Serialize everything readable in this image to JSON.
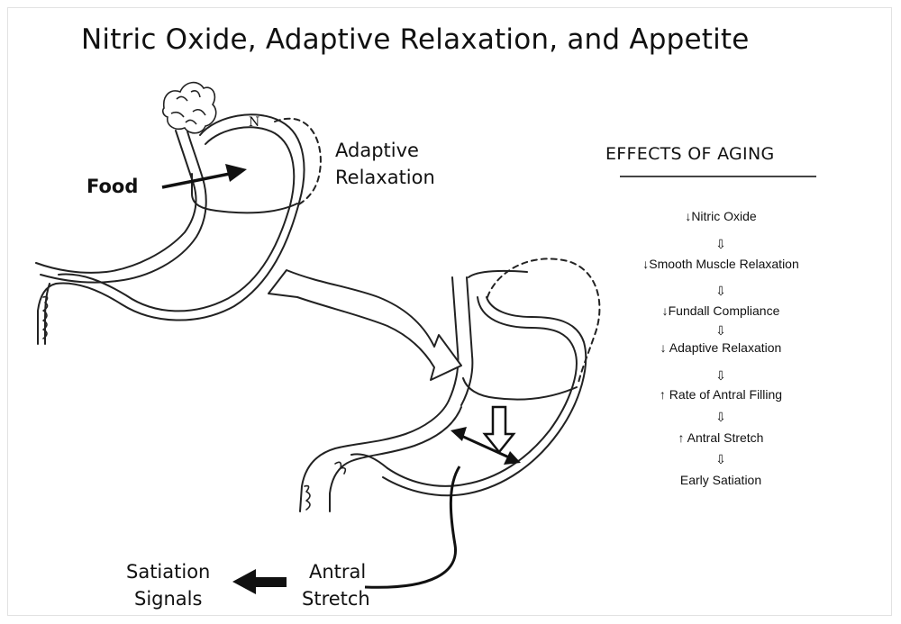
{
  "title": "Nitric Oxide, Adaptive Relaxation, and Appetite",
  "labels": {
    "food": "Food",
    "adaptive_relaxation_line1": "Adaptive",
    "adaptive_relaxation_line2": "Relaxation",
    "n_marker": "N",
    "satiation_line1": "Satiation",
    "satiation_line2": "Signals",
    "antral_line1": "Antral",
    "antral_line2": "Stretch"
  },
  "effects": {
    "heading": "EFFECTS OF AGING",
    "items": [
      "↓Nitric Oxide",
      "↓Smooth Muscle Relaxation",
      "↓Fundall Compliance",
      "↓ Adaptive Relaxation",
      "↑ Rate of Antral Filling",
      "↑ Antral Stretch",
      "Early Satiation"
    ],
    "arrow_glyph": "⇩"
  }
}
